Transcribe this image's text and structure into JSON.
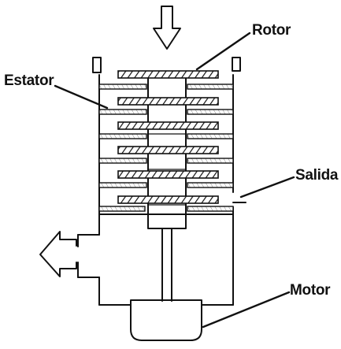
{
  "labels": {
    "rotor": "Rotor",
    "estator": "Estator",
    "salida": "Salida",
    "motor": "Motor"
  },
  "icons": {
    "inlet": "arrow-down-icon",
    "outlet": "arrow-left-icon"
  },
  "colors": {
    "ink": "#111111",
    "background": "#ffffff"
  }
}
